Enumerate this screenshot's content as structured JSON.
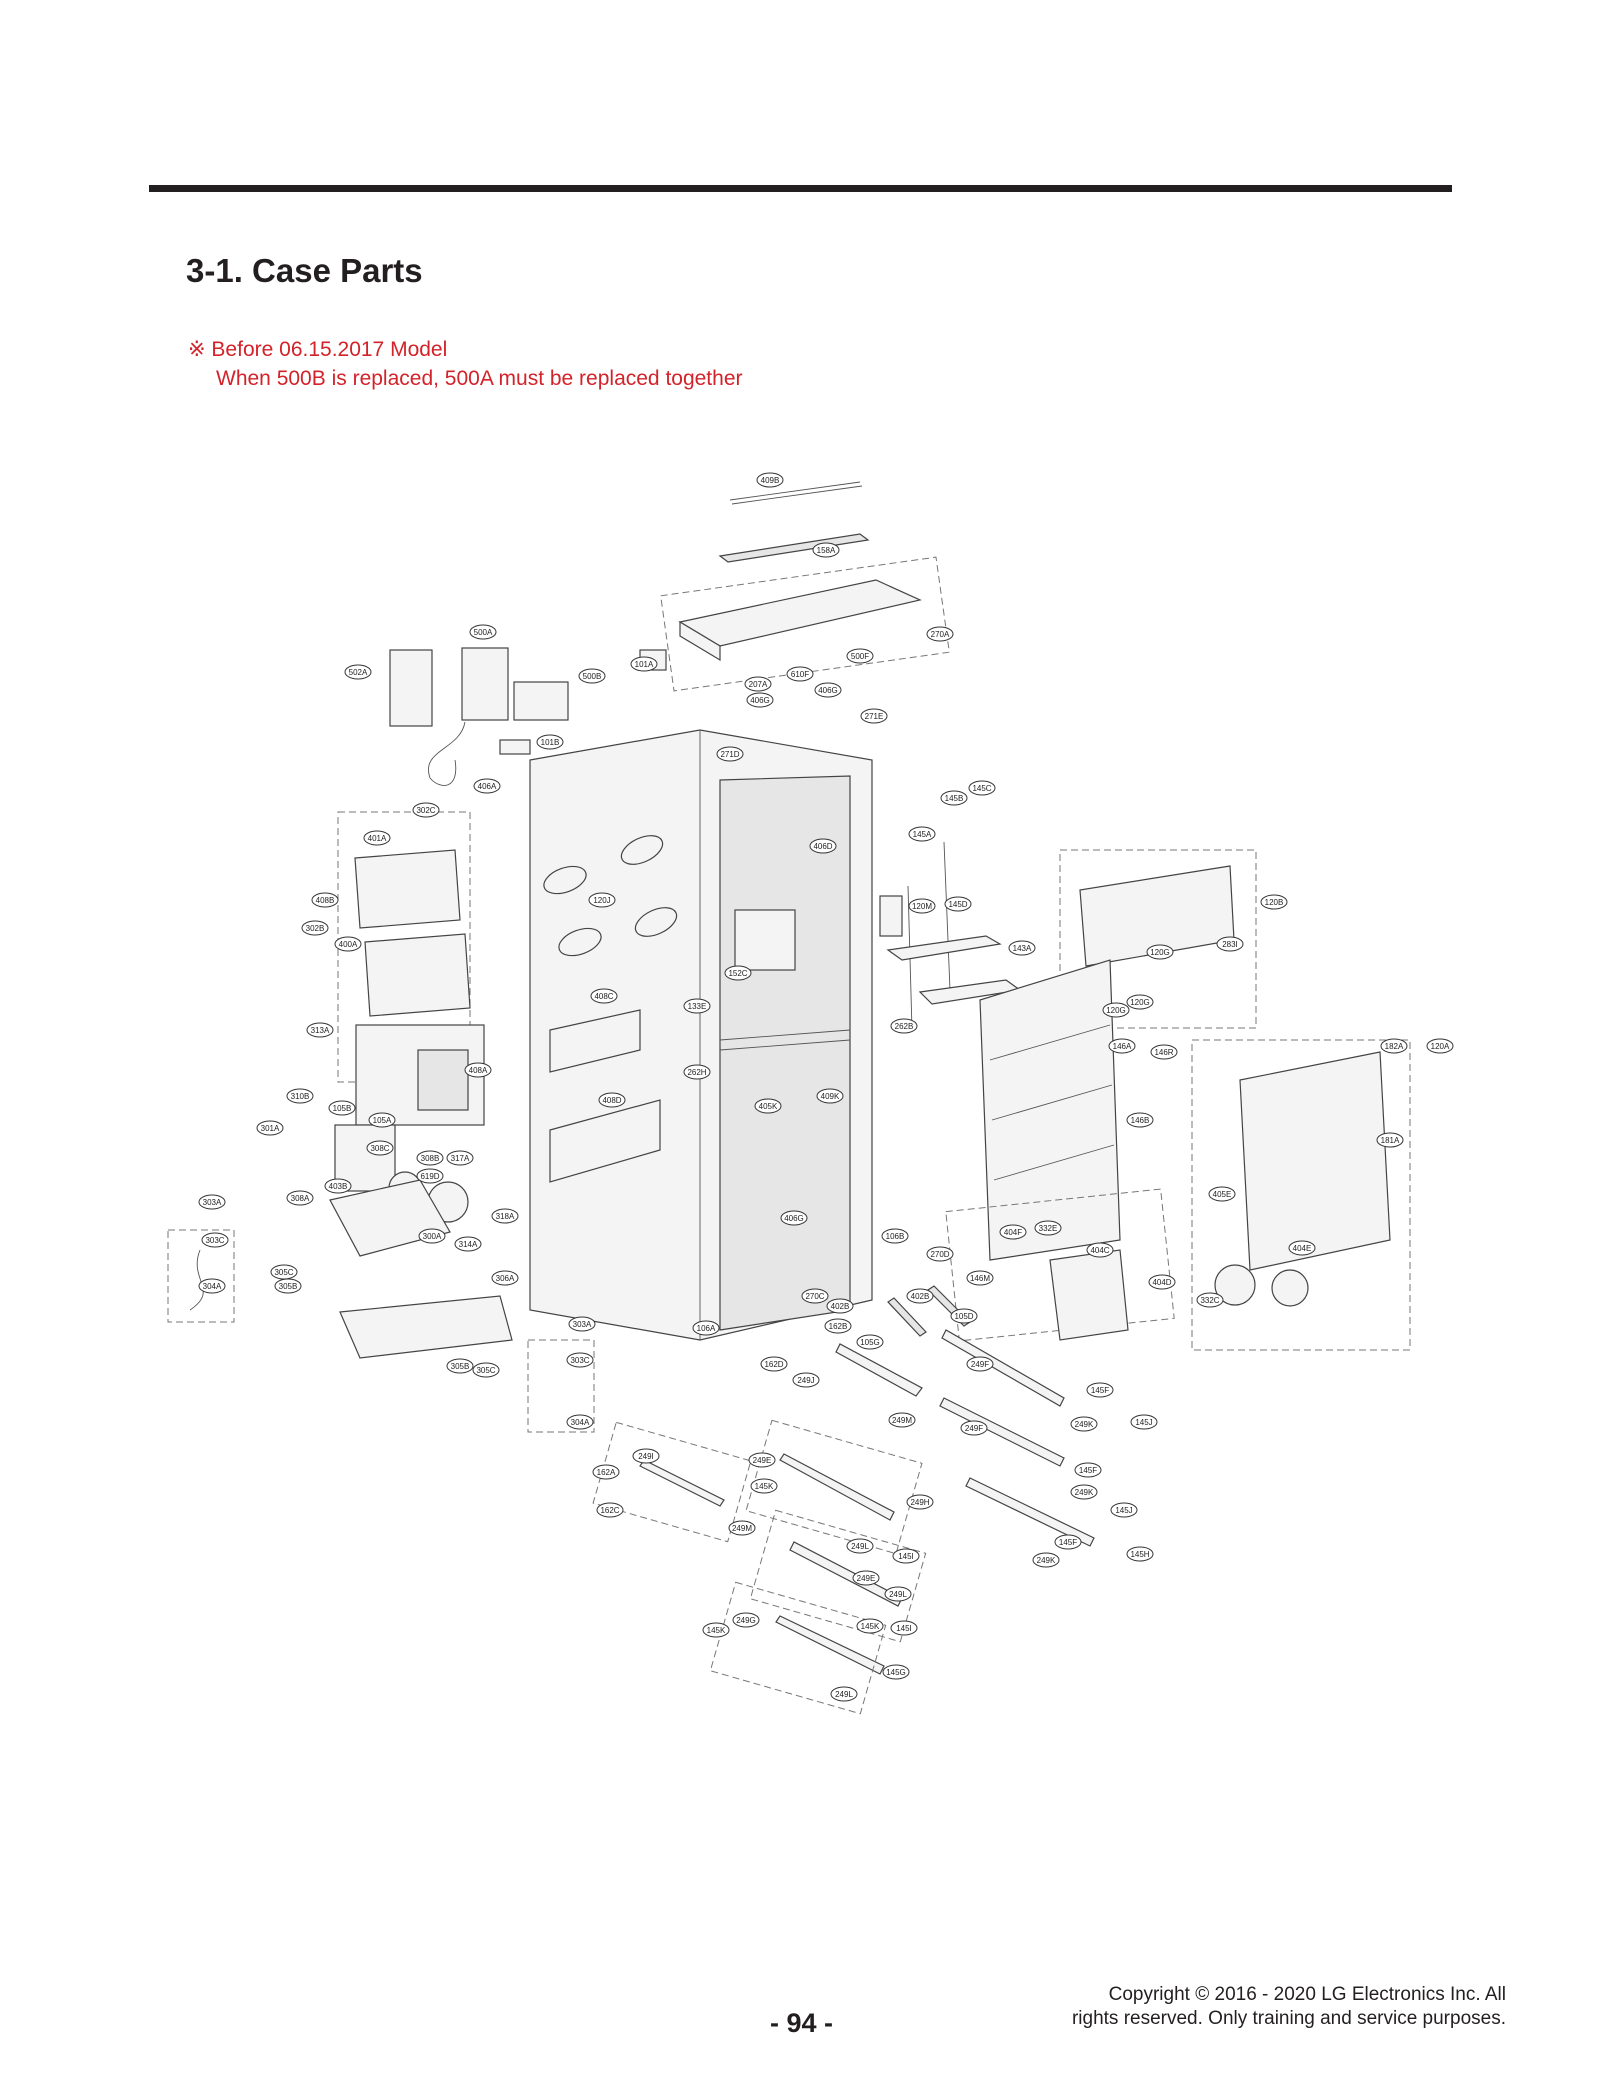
{
  "section_title": "3-1. Case Parts",
  "note": {
    "line1": "※ Before 06.15.2017 Model",
    "line2": "When 500B is replaced, 500A must be replaced together"
  },
  "callouts": [
    {
      "id": "409B",
      "label": "409B"
    },
    {
      "id": "158A",
      "label": "158A"
    },
    {
      "id": "500A",
      "label": "500A"
    },
    {
      "id": "502A",
      "label": "502A"
    },
    {
      "id": "500B",
      "label": "500B"
    },
    {
      "id": "101A",
      "label": "101A"
    },
    {
      "id": "101B",
      "label": "101B"
    },
    {
      "id": "406A",
      "label": "406A"
    },
    {
      "id": "270A",
      "label": "270A"
    },
    {
      "id": "500F",
      "label": "500F"
    },
    {
      "id": "610F",
      "label": "610F"
    },
    {
      "id": "207A",
      "label": "207A"
    },
    {
      "id": "406G-top",
      "label": "406G"
    },
    {
      "id": "406G-top2",
      "label": "406G"
    },
    {
      "id": "271E",
      "label": "271E"
    },
    {
      "id": "271D",
      "label": "271D"
    },
    {
      "id": "302C",
      "label": "302C"
    },
    {
      "id": "401A",
      "label": "401A"
    },
    {
      "id": "408B",
      "label": "408B"
    },
    {
      "id": "302B",
      "label": "302B"
    },
    {
      "id": "400A",
      "label": "400A"
    },
    {
      "id": "120J",
      "label": "120J"
    },
    {
      "id": "406D",
      "label": "406D"
    },
    {
      "id": "145A",
      "label": "145A"
    },
    {
      "id": "145B",
      "label": "145B"
    },
    {
      "id": "145C",
      "label": "145C"
    },
    {
      "id": "120M",
      "label": "120M"
    },
    {
      "id": "145D",
      "label": "145D"
    },
    {
      "id": "143A",
      "label": "143A"
    },
    {
      "id": "120B",
      "label": "120B"
    },
    {
      "id": "283I",
      "label": "283I"
    },
    {
      "id": "120G-1",
      "label": "120G"
    },
    {
      "id": "120G-2",
      "label": "120G"
    },
    {
      "id": "120G-3",
      "label": "120G"
    },
    {
      "id": "152C",
      "label": "152C"
    },
    {
      "id": "408C",
      "label": "408C"
    },
    {
      "id": "133E",
      "label": "133E"
    },
    {
      "id": "262B",
      "label": "262B"
    },
    {
      "id": "262H",
      "label": "262H"
    },
    {
      "id": "313A",
      "label": "313A"
    },
    {
      "id": "408A",
      "label": "408A"
    },
    {
      "id": "408D",
      "label": "408D"
    },
    {
      "id": "405K",
      "label": "405K"
    },
    {
      "id": "409K",
      "label": "409K"
    },
    {
      "id": "146A",
      "label": "146A"
    },
    {
      "id": "146R",
      "label": "146R"
    },
    {
      "id": "146B",
      "label": "146B"
    },
    {
      "id": "182A",
      "label": "182A"
    },
    {
      "id": "120A",
      "label": "120A"
    },
    {
      "id": "181A",
      "label": "181A"
    },
    {
      "id": "310B",
      "label": "310B"
    },
    {
      "id": "105B",
      "label": "105B"
    },
    {
      "id": "105A",
      "label": "105A"
    },
    {
      "id": "301A",
      "label": "301A"
    },
    {
      "id": "308C",
      "label": "308C"
    },
    {
      "id": "308B",
      "label": "308B"
    },
    {
      "id": "317A",
      "label": "317A"
    },
    {
      "id": "619D",
      "label": "619D"
    },
    {
      "id": "403B",
      "label": "403B"
    },
    {
      "id": "308A",
      "label": "308A"
    },
    {
      "id": "318A",
      "label": "318A"
    },
    {
      "id": "303A-left",
      "label": "303A"
    },
    {
      "id": "303C-left",
      "label": "303C"
    },
    {
      "id": "300A",
      "label": "300A"
    },
    {
      "id": "314A",
      "label": "314A"
    },
    {
      "id": "406G-mid",
      "label": "406G"
    },
    {
      "id": "405E",
      "label": "405E"
    },
    {
      "id": "404E",
      "label": "404E"
    },
    {
      "id": "404F",
      "label": "404F"
    },
    {
      "id": "332E",
      "label": "332E"
    },
    {
      "id": "404C",
      "label": "404C"
    },
    {
      "id": "404D",
      "label": "404D"
    },
    {
      "id": "332C",
      "label": "332C"
    },
    {
      "id": "106B",
      "label": "106B"
    },
    {
      "id": "270D",
      "label": "270D"
    },
    {
      "id": "146M",
      "label": "146M"
    },
    {
      "id": "402B-1",
      "label": "402B"
    },
    {
      "id": "105D",
      "label": "105D"
    },
    {
      "id": "305C-1",
      "label": "305C"
    },
    {
      "id": "305B-1",
      "label": "305B"
    },
    {
      "id": "306A",
      "label": "306A"
    },
    {
      "id": "304A-left",
      "label": "304A"
    },
    {
      "id": "270C",
      "label": "270C"
    },
    {
      "id": "402B-2",
      "label": "402B"
    },
    {
      "id": "106A",
      "label": "106A"
    },
    {
      "id": "303A-right",
      "label": "303A"
    },
    {
      "id": "162B",
      "label": "162B"
    },
    {
      "id": "105G",
      "label": "105G"
    },
    {
      "id": "303C-right",
      "label": "303C"
    },
    {
      "id": "305B-2",
      "label": "305B"
    },
    {
      "id": "305C-2",
      "label": "305C"
    },
    {
      "id": "162D",
      "label": "162D"
    },
    {
      "id": "249J",
      "label": "249J"
    },
    {
      "id": "249F-1",
      "label": "249F"
    },
    {
      "id": "145F-1",
      "label": "145F"
    },
    {
      "id": "249M-1",
      "label": "249M"
    },
    {
      "id": "304A-right",
      "label": "304A"
    },
    {
      "id": "249K-1",
      "label": "249K"
    },
    {
      "id": "145J-1",
      "label": "145J"
    },
    {
      "id": "249F-2",
      "label": "249F"
    },
    {
      "id": "249I",
      "label": "249I"
    },
    {
      "id": "249E-1",
      "label": "249E"
    },
    {
      "id": "162A",
      "label": "162A"
    },
    {
      "id": "145K-1",
      "label": "145K"
    },
    {
      "id": "145F-2",
      "label": "145F"
    },
    {
      "id": "249K-2",
      "label": "249K"
    },
    {
      "id": "249H",
      "label": "249H"
    },
    {
      "id": "145J-2",
      "label": "145J"
    },
    {
      "id": "162C",
      "label": "162C"
    },
    {
      "id": "249M-2",
      "label": "249M"
    },
    {
      "id": "145F-3",
      "label": "145F"
    },
    {
      "id": "249L-1",
      "label": "249L"
    },
    {
      "id": "145I-1",
      "label": "145I"
    },
    {
      "id": "249K-3",
      "label": "249K"
    },
    {
      "id": "145H",
      "label": "145H"
    },
    {
      "id": "249E-2",
      "label": "249E"
    },
    {
      "id": "249L-2",
      "label": "249L"
    },
    {
      "id": "249G",
      "label": "249G"
    },
    {
      "id": "145K-2",
      "label": "145K"
    },
    {
      "id": "145I-2",
      "label": "145I"
    },
    {
      "id": "145K-3",
      "label": "145K"
    },
    {
      "id": "145G",
      "label": "145G"
    },
    {
      "id": "249L-3",
      "label": "249L"
    }
  ],
  "page_number": "- 94 -",
  "copyright": {
    "line1": "Copyright © 2016 - 2020 LG Electronics Inc. All",
    "line2": "rights reserved. Only training and service purposes."
  }
}
